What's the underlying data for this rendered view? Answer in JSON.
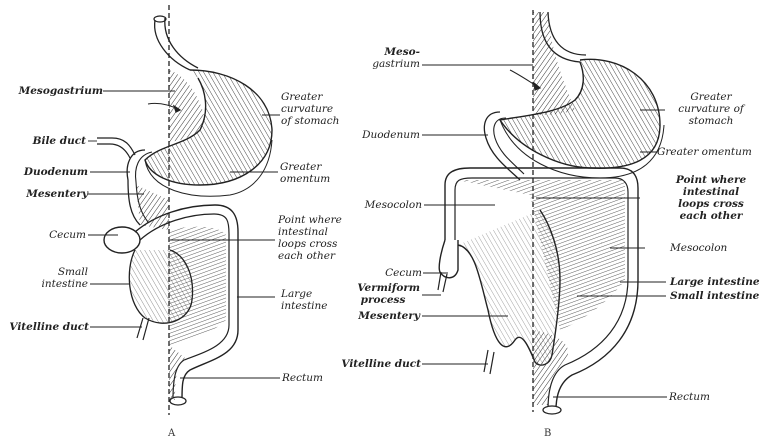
{
  "figure": {
    "panels": [
      {
        "id": "A",
        "caption": "A",
        "labels": {
          "mesogastrium": "Mesogastrium",
          "bile_duct": "Bile duct",
          "duodenum": "Duodenum",
          "mesentery": "Mesentery",
          "cecum": "Cecum",
          "small_intestine_1": "Small",
          "small_intestine_2": "intestine",
          "vitelline_duct": "Vitelline duct",
          "greater_curvature_1": "Greater",
          "greater_curvature_2": "curvature",
          "greater_curvature_3": "of stomach",
          "greater_omentum_1": "Greater",
          "greater_omentum_2": "omentum",
          "point_where_1": "Point where",
          "point_where_2": "intestinal",
          "point_where_3": "loops cross",
          "point_where_4": "each other",
          "large_intestine_1": "Large",
          "large_intestine_2": "intestine",
          "rectum": "Rectum"
        }
      },
      {
        "id": "B",
        "caption": "B",
        "labels": {
          "mesogastrium_1": "Meso-",
          "mesogastrium_2": "gastrium",
          "duodenum": "Duodenum",
          "mesocolon_left": "Mesocolon",
          "cecum": "Cecum",
          "vermiform_1": "Vermiform",
          "vermiform_2": "process",
          "mesentery": "Mesentery",
          "vitelline_duct": "Vitelline duct",
          "greater_curvature_1": "Greater",
          "greater_curvature_2": "curvature of",
          "greater_curvature_3": "stomach",
          "greater_omentum": "Greater omentum",
          "point_where_1": "Point where",
          "point_where_2": "intestinal",
          "point_where_3": "loops cross",
          "point_where_4": "each other",
          "mesocolon_right": "Mesocolon",
          "large_intestine": "Large intestine",
          "small_intestine": "Small intestine",
          "rectum": "Rectum"
        }
      }
    ],
    "colors": {
      "ink": "#222222",
      "paper": "#ffffff"
    }
  }
}
